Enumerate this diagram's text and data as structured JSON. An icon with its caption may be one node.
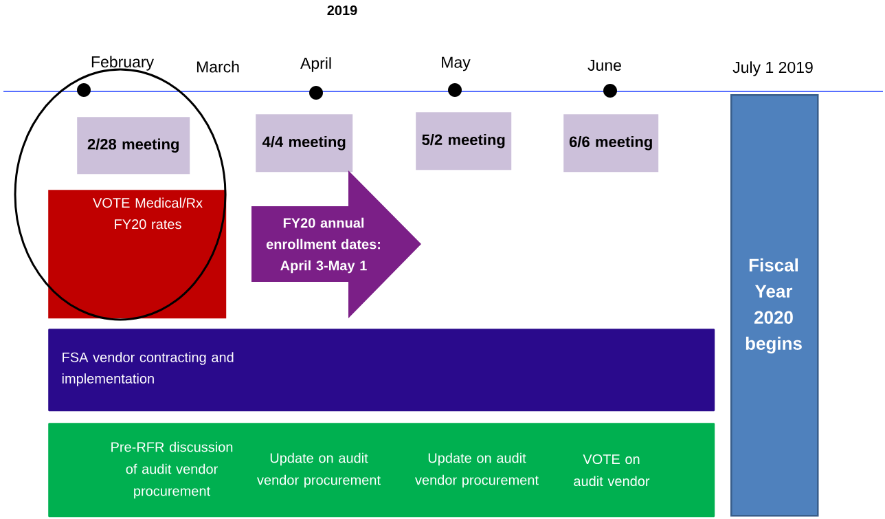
{
  "diagram": {
    "title": "2019",
    "nodes": [
      {
        "text": [
          "2/28 meeting"
        ]
      },
      {
        "text": [
          "4/4 meeting"
        ]
      },
      {
        "text": [
          "5/2 meeting"
        ]
      },
      {
        "text": [
          "6/6 meeting"
        ]
      },
      {
        "text": [
          "VOTE Medical/Rx FY20 rates"
        ]
      },
      {
        "text": [
          "FY20 annual enrollment dates: April 3-May 1"
        ]
      },
      {
        "text": [
          "FSA vendor contracting and implementation"
        ]
      },
      {
        "text": [
          "Pre-RFR discussion of audit vendor procurement",
          "Update on audit vendor procurement",
          "Update on audit vendor procurement",
          "VOTE on audit vendor"
        ]
      },
      {
        "text": [
          "Fiscal Year 2020 begins"
        ]
      }
    ],
    "labels": [
      "February",
      "March",
      "April",
      "May",
      "June",
      "July 1 2019"
    ]
  }
}
